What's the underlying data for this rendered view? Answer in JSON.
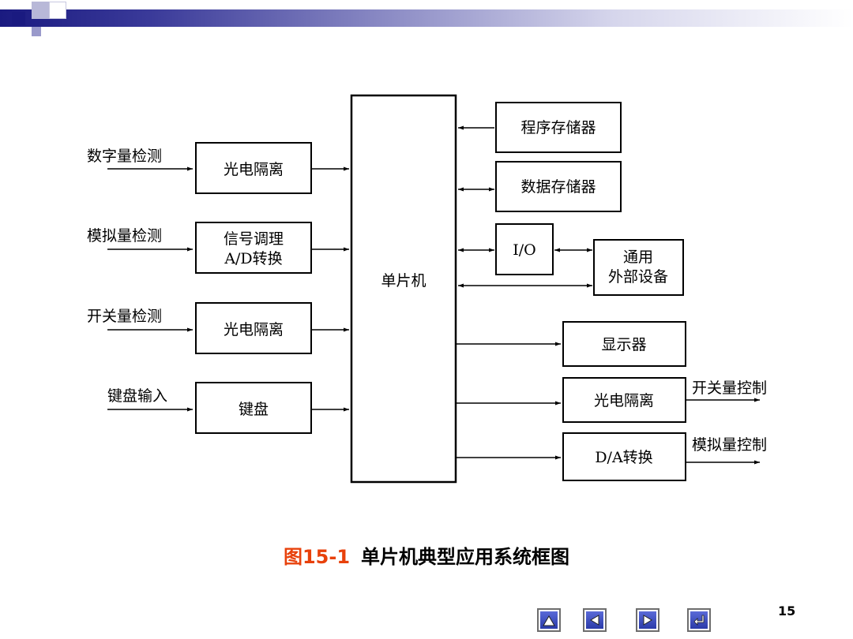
{
  "diagram": {
    "inputs": {
      "digital": "数字量检测",
      "analog": "模拟量检测",
      "switch": "开关量检测",
      "keyboard": "键盘输入"
    },
    "input_blocks": {
      "opto1": "光电隔离",
      "signal_line1": "信号调理",
      "signal_line2": "A/D转换",
      "opto2": "光电隔离",
      "keyboard": "键盘"
    },
    "mcu": "单片机",
    "right_blocks": {
      "program_memory": "程序存储器",
      "data_memory": "数据存储器",
      "io": "I/O",
      "peripheral_line1": "通用",
      "peripheral_line2": "外部设备",
      "display": "显示器",
      "opto_out": "光电隔离",
      "da": "D/A转换"
    },
    "outputs": {
      "switch_control": "开关量控制",
      "analog_control": "模拟量控制"
    }
  },
  "caption": {
    "number": "图15-1",
    "title": "单片机典型应用系统框图"
  },
  "page_number": "15",
  "nav": {
    "icons": [
      "home-icon",
      "prev-icon",
      "next-icon",
      "return-icon"
    ]
  }
}
